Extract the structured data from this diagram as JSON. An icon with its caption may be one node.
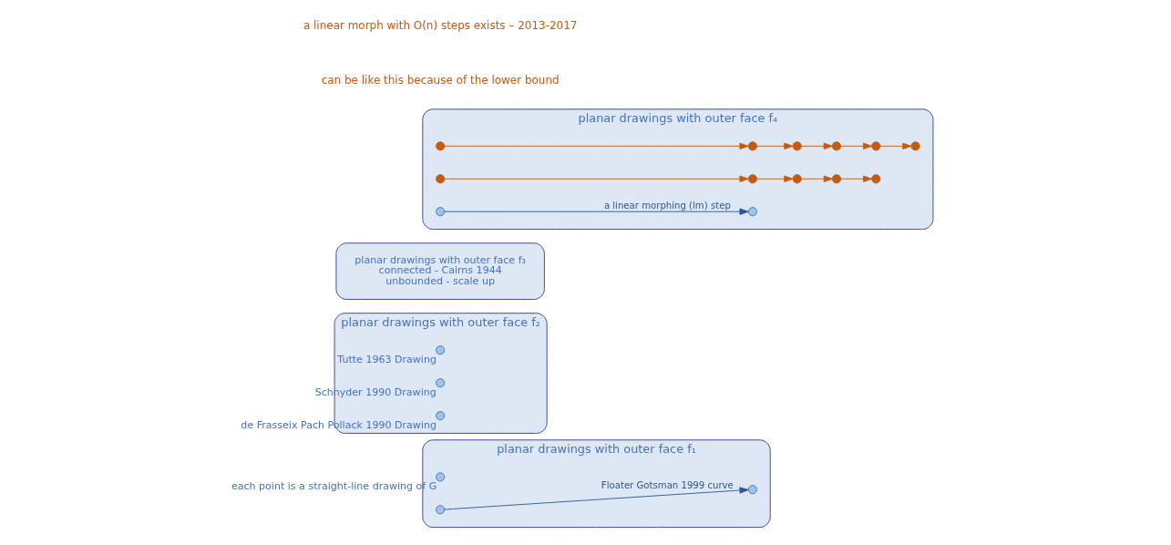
{
  "diagram": {
    "nodes": [
      {
        "text": [
          "planar drawings with outer face f₁"
        ]
      },
      {
        "text": [],
        "shape": "circle",
        "in": 0,
        "beside": [
          "each point is a straight-line drawing of G"
        ]
      },
      {
        "text": [],
        "shape": "circle",
        "in": 0
      },
      {
        "text": [],
        "shape": "circle",
        "in": 0
      },
      {
        "text": [
          "planar drawings with outer face f₂"
        ]
      },
      {
        "text": [],
        "shape": "circle",
        "in": 4,
        "beside": [
          "Tutte 1963 Drawing"
        ]
      },
      {
        "text": [],
        "shape": "circle",
        "in": 4,
        "beside": [
          "Schnyder 1990 Drawing"
        ]
      },
      {
        "text": [],
        "shape": "circle",
        "in": 4,
        "beside": [
          "de Frasseix Pach Pollack 1990 Drawing"
        ]
      },
      {
        "text": [
          "planar drawings with outer face f₃",
          "connected - Cairns 1944",
          "unbounded - scale up"
        ]
      },
      {
        "text": [
          "planar drawings with outer face f₄"
        ]
      },
      {
        "text": [],
        "shape": "circle",
        "in": 9
      },
      {
        "text": [],
        "shape": "circle",
        "in": 9
      },
      {
        "text": [],
        "shape": "circle",
        "in": 9
      },
      {
        "text": [],
        "shape": "circle",
        "in": 9
      },
      {
        "text": [],
        "shape": "circle",
        "in": 9
      },
      {
        "text": [],
        "shape": "circle",
        "in": 9
      },
      {
        "text": [],
        "shape": "circle",
        "in": 9
      },
      {
        "text": [],
        "shape": "circle",
        "in": 9
      },
      {
        "text": [],
        "shape": "circle",
        "in": 9
      },
      {
        "text": [],
        "shape": "circle",
        "in": 9
      },
      {
        "text": [],
        "shape": "circle",
        "in": 9
      },
      {
        "text": [],
        "shape": "circle",
        "in": 9
      },
      {
        "text": [],
        "shape": "circle",
        "in": 9
      }
    ],
    "edges": [
      {
        "from": 2,
        "to": 3,
        "arrow": "to",
        "label": "Floater Gotsman 1999 curve",
        "color": "#2f5597"
      },
      {
        "from": 10,
        "to": 11,
        "arrow": "to"
      },
      {
        "from": 11,
        "to": 12,
        "arrow": "to"
      },
      {
        "from": 12,
        "to": 13,
        "arrow": "to"
      },
      {
        "from": 13,
        "to": 14,
        "arrow": "to"
      },
      {
        "from": 14,
        "to": 15,
        "arrow": "to"
      },
      {
        "from": 16,
        "to": 17,
        "arrow": "to"
      },
      {
        "from": 17,
        "to": 18,
        "arrow": "to"
      },
      {
        "from": 18,
        "to": 19,
        "arrow": "to"
      },
      {
        "from": 19,
        "to": 20,
        "arrow": "to"
      },
      {
        "from": 21,
        "to": 22,
        "arrow": "to",
        "label": "a linear morphing (lm) step",
        "color": "#2f5597"
      }
    ],
    "labels": [
      "can be like this because of the lower bound",
      "a linear morph with O(n) steps exists – 2013-2017"
    ]
  }
}
